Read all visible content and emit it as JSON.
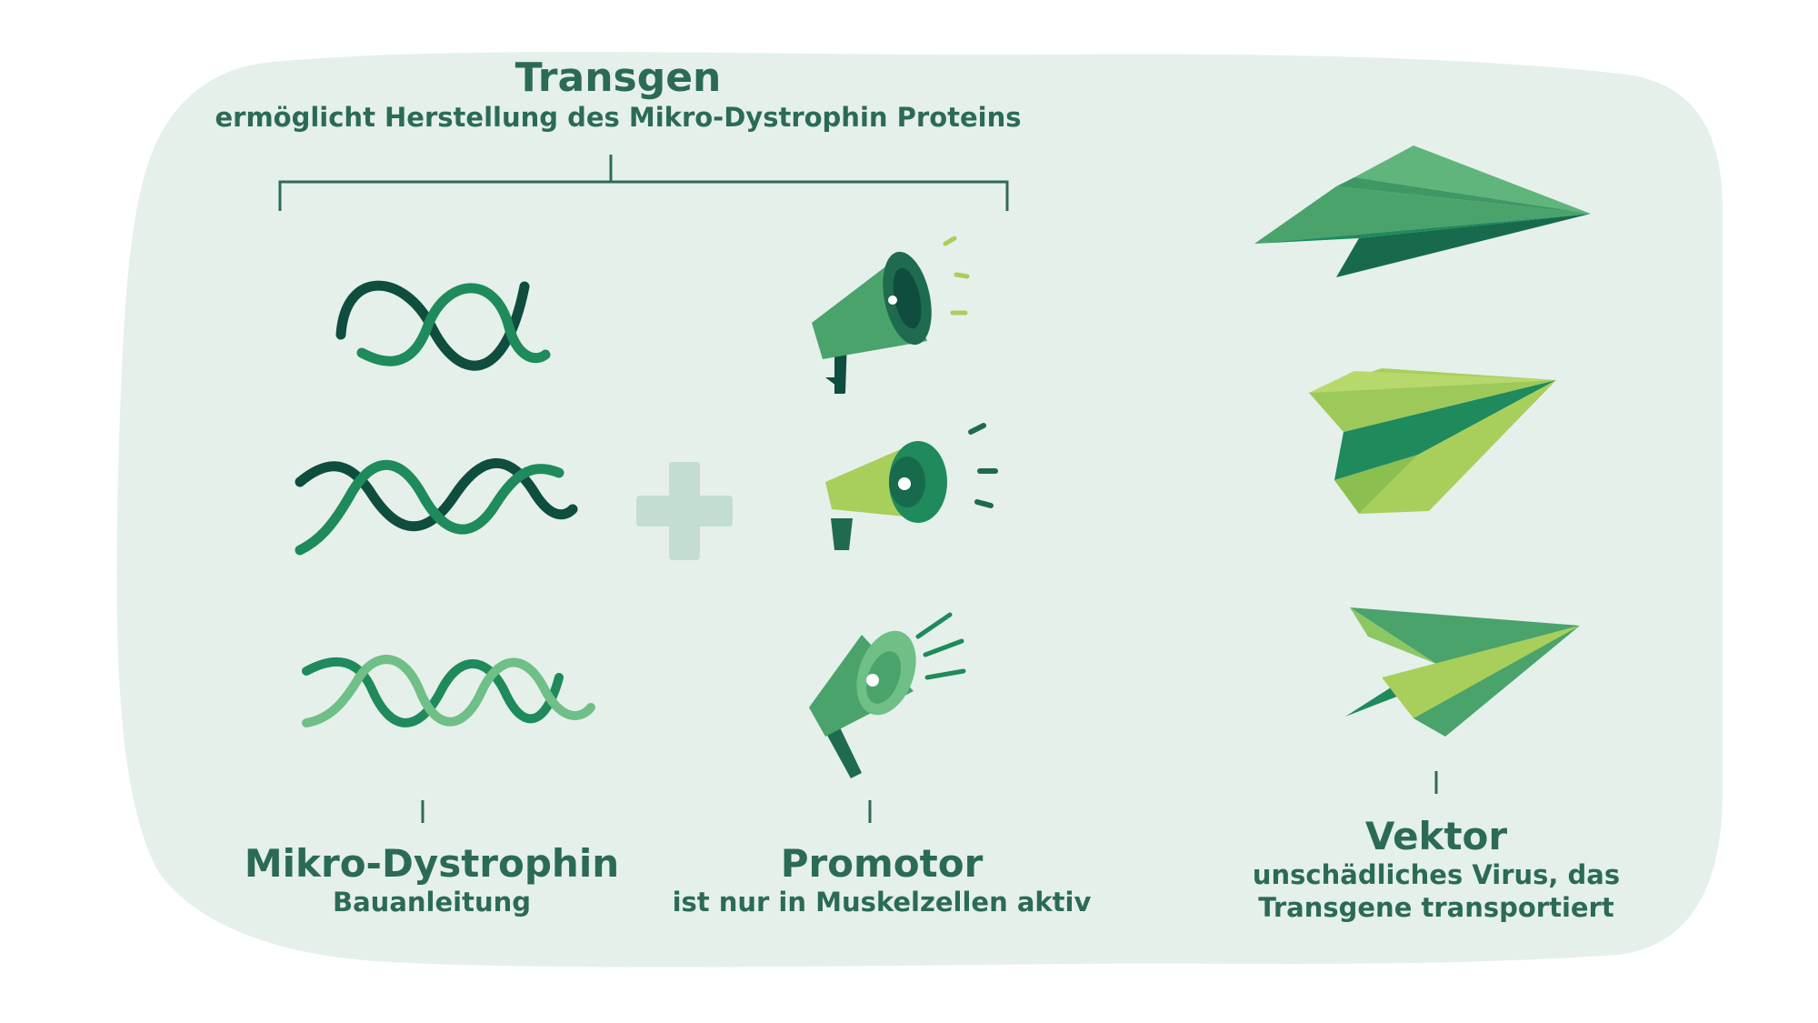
{
  "colors": {
    "background_blob": "#e5f0eb",
    "text": "#2b6b55",
    "line": "#2f6b57",
    "dark_green": "#0f4d3e",
    "mid_green": "#1f8a5b",
    "light_green": "#6fbf86",
    "lime": "#a8cf5c",
    "plus": "#c3ddd2"
  },
  "transgen": {
    "title": "Transgen",
    "subtitle": "ermöglicht Herstellung des Mikro-Dystrophin Proteins"
  },
  "mikro": {
    "title": "Mikro-Dystrophin",
    "subtitle": "Bauanleitung"
  },
  "promotor": {
    "title": "Promotor",
    "subtitle": "ist nur in Muskelzellen aktiv"
  },
  "vektor": {
    "title": "Vektor",
    "subtitle_line1": "unschädliches Virus, das",
    "subtitle_line2": "Transgene transportiert"
  },
  "icons": {
    "dna": "dna-helix-icon",
    "megaphone": "megaphone-icon",
    "plus": "plus-icon",
    "plane": "paper-plane-icon"
  }
}
